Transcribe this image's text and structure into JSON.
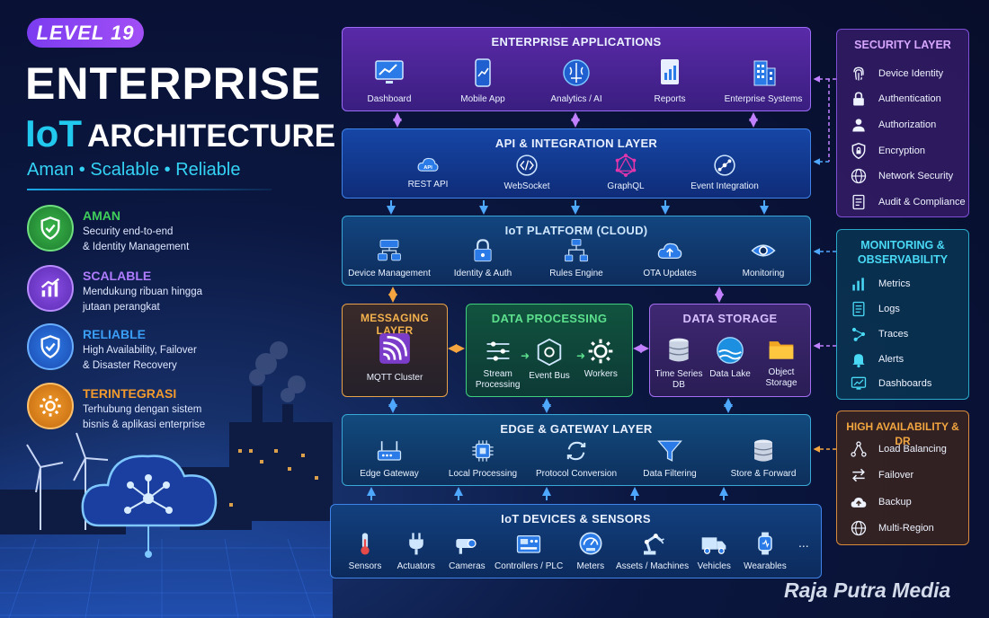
{
  "header": {
    "level_badge": "LEVEL 19",
    "title_line1": "ENTERPRISE",
    "title_iot": "IoT",
    "title_arch": "ARCHITECTURE",
    "tagline": "Aman • Scalable • Reliable"
  },
  "features": [
    {
      "title": "AMAN",
      "desc_1": "Security end-to-end",
      "desc_2": "& Identity Management",
      "color": "#3fcf5a",
      "icon": "shield-check-icon"
    },
    {
      "title": "SCALABLE",
      "desc_1": "Mendukung ribuan hingga",
      "desc_2": "jutaan perangkat",
      "color": "#a46ff2",
      "icon": "growth-chart-icon"
    },
    {
      "title": "RELIABLE",
      "desc_1": "High Availability, Failover",
      "desc_2": "& Disaster Recovery",
      "color": "#3a8ef0",
      "icon": "shield-check-icon"
    },
    {
      "title": "TERINTEGRASI",
      "desc_1": "Terhubung dengan sistem",
      "desc_2": "bisnis & aplikasi enterprise",
      "color": "#f39a2c",
      "icon": "gear-icon"
    }
  ],
  "layers": {
    "enterprise": {
      "title": "ENTERPRISE APPLICATIONS",
      "items": [
        {
          "label": "Dashboard",
          "icon": "dashboard-monitor-icon"
        },
        {
          "label": "Mobile App",
          "icon": "mobile-phone-icon"
        },
        {
          "label": "Analytics / AI",
          "icon": "brain-icon"
        },
        {
          "label": "Reports",
          "icon": "report-document-icon"
        },
        {
          "label": "Enterprise Systems",
          "icon": "building-icon"
        }
      ]
    },
    "api": {
      "title": "API & INTEGRATION LAYER",
      "items": [
        {
          "label": "REST API",
          "icon": "api-cloud-icon",
          "badge": "API"
        },
        {
          "label": "WebSocket",
          "icon": "code-brackets-icon"
        },
        {
          "label": "GraphQL",
          "icon": "graphql-icon"
        },
        {
          "label": "Event Integration",
          "icon": "event-network-icon"
        }
      ]
    },
    "iot_platform": {
      "title": "IoT PLATFORM (CLOUD)",
      "items": [
        {
          "label": "Device Management",
          "icon": "device-management-icon"
        },
        {
          "label": "Identity & Auth",
          "icon": "padlock-icon"
        },
        {
          "label": "Rules Engine",
          "icon": "flowchart-icon"
        },
        {
          "label": "OTA Updates",
          "icon": "cloud-upload-icon"
        },
        {
          "label": "Monitoring",
          "icon": "eye-icon"
        }
      ]
    },
    "messaging": {
      "title": "MESSAGING LAYER",
      "items": [
        {
          "label": "MQTT Cluster",
          "icon": "mqtt-icon"
        }
      ]
    },
    "processing": {
      "title": "DATA PROCESSING",
      "items": [
        {
          "label_1": "Stream",
          "label_2": "Processing",
          "icon": "sliders-icon"
        },
        {
          "label_1": "Event Bus",
          "label_2": "",
          "icon": "hexagon-bus-icon"
        },
        {
          "label_1": "Workers",
          "label_2": "",
          "icon": "gear-icon"
        }
      ]
    },
    "storage": {
      "title": "DATA STORAGE",
      "items": [
        {
          "label_1": "Time Series",
          "label_2": "DB",
          "icon": "database-icon"
        },
        {
          "label_1": "Data Lake",
          "label_2": "",
          "icon": "data-lake-icon"
        },
        {
          "label_1": "Object",
          "label_2": "Storage",
          "icon": "folder-icon"
        }
      ]
    },
    "edge": {
      "title": "EDGE & GATEWAY LAYER",
      "items": [
        {
          "label": "Edge Gateway",
          "icon": "router-icon"
        },
        {
          "label": "Local Processing",
          "icon": "chip-icon"
        },
        {
          "label": "Protocol Conversion",
          "icon": "sync-arrows-icon"
        },
        {
          "label": "Data Filtering",
          "icon": "funnel-icon"
        },
        {
          "label": "Store & Forward",
          "icon": "database-icon"
        }
      ]
    },
    "devices": {
      "title": "IoT DEVICES & SENSORS",
      "items": [
        {
          "label": "Sensors",
          "icon": "thermometer-icon"
        },
        {
          "label": "Actuators",
          "icon": "plug-icon"
        },
        {
          "label": "Cameras",
          "icon": "camera-icon"
        },
        {
          "label": "Controllers / PLC",
          "icon": "controller-icon"
        },
        {
          "label": "Meters",
          "icon": "meter-icon"
        },
        {
          "label": "Assets / Machines",
          "icon": "robot-arm-icon"
        },
        {
          "label": "Vehicles",
          "icon": "truck-icon"
        },
        {
          "label": "Wearables",
          "icon": "smartwatch-icon"
        }
      ],
      "more": "..."
    }
  },
  "panels": {
    "security": {
      "title": "SECURITY LAYER",
      "items": [
        {
          "label": "Device Identity",
          "icon": "fingerprint-icon"
        },
        {
          "label": "Authentication",
          "icon": "padlock-icon"
        },
        {
          "label": "Authorization",
          "icon": "user-icon"
        },
        {
          "label": "Encryption",
          "icon": "shield-lock-icon"
        },
        {
          "label": "Network Security",
          "icon": "globe-icon"
        },
        {
          "label": "Audit & Compliance",
          "icon": "checklist-icon"
        }
      ]
    },
    "monitoring": {
      "title_1": "MONITORING &",
      "title_2": "OBSERVABILITY",
      "items": [
        {
          "label": "Metrics",
          "icon": "bar-chart-icon"
        },
        {
          "label": "Logs",
          "icon": "log-document-icon"
        },
        {
          "label": "Traces",
          "icon": "trace-nodes-icon"
        },
        {
          "label": "Alerts",
          "icon": "bell-icon"
        },
        {
          "label": "Dashboards",
          "icon": "dashboard-monitor-icon"
        }
      ]
    },
    "ha": {
      "title": "HIGH AVAILABILITY & DR",
      "items": [
        {
          "label": "Load Balancing",
          "icon": "load-balance-icon"
        },
        {
          "label": "Failover",
          "icon": "swap-arrows-icon"
        },
        {
          "label": "Backup",
          "icon": "cloud-upload-icon"
        },
        {
          "label": "Multi-Region",
          "icon": "globe-icon"
        }
      ]
    }
  },
  "brand": "Raja Putra Media",
  "colors": {
    "background": "#0b1740",
    "accent_cyan": "#22c9ef",
    "purple": "#7b3cf0",
    "green": "#3fcf7d",
    "orange": "#f39a2c",
    "blue": "#3f82e8"
  }
}
